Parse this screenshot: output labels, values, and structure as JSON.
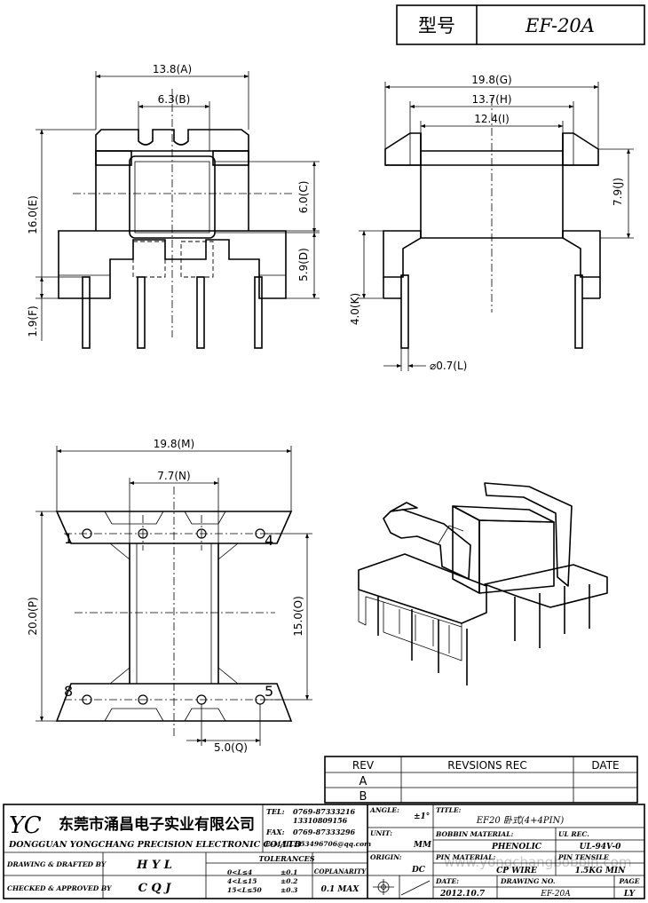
{
  "header": {
    "type_label": "型号",
    "model": "EF-20A"
  },
  "dims": {
    "A": "13.8(A)",
    "B": "6.3(B)",
    "C": "6.0(C)",
    "D": "5.9(D)",
    "E": "16.0(E)",
    "F": "1.9(F)",
    "G": "19.8(G)",
    "H": "13.7(H)",
    "I": "12.4(I)",
    "J": "7.9(J)",
    "K": "4.0(K)",
    "L": "⌀0.7(L)",
    "M": "19.8(M)",
    "N": "7.7(N)",
    "P": "20.0(P)",
    "O": "15.0(O)",
    "Q": "5.0(Q)"
  },
  "pins": {
    "p1": "1",
    "p4": "4",
    "p5": "5",
    "p8": "8"
  },
  "rev_table": {
    "rev": "REV",
    "records": "REVSIONS REC",
    "date": "DATE",
    "rows": [
      "A",
      "B"
    ]
  },
  "company": {
    "logo": "YC",
    "name_cn": "东莞市涌昌电子实业有限公司",
    "name_en": "DONGGUAN YONGCHANG PRECISION ELECTRONIC CO.,LTD",
    "tel_label": "TEL:",
    "tel": "0769-87333216",
    "mobile": "13310809156",
    "fax_label": "FAX:",
    "fax": "0769-87333296",
    "email_label": "E-MAIL:",
    "email": "353496706@qq.com"
  },
  "title_block": {
    "angle_label": "ANGLE:",
    "angle": "±1°",
    "unit_label": "UNIT:",
    "unit": "MM",
    "origin_label": "ORIGIN:",
    "origin": "DC",
    "title_label": "TITLE:",
    "title": "EF20 卧式(4+4PIN)",
    "bobbin_label": "BOBBIN MATERIAL:",
    "bobbin": "PHENOLIC",
    "ul_label": "UL REC.",
    "ul": "UL-94V-0",
    "pin_label": "PIN MATERIAL:",
    "pin_material": "CP WIRE",
    "tensile_label": "PIN TENSILE",
    "tensile": "1.5KG MIN",
    "date_label": "DATE:",
    "date": "2012.10.7",
    "drawing_label": "DRAWING NO.",
    "drawing_no": "EF-20A",
    "page_label": "PAGE",
    "page": "LY",
    "drawn_label": "DRAWING & DRAFTED BY",
    "drawn_by": "H Y L",
    "checked_label": "CHECKED & APPROVED BY",
    "checked_by": "C Q J",
    "tolerances_label": "TOLERANCES",
    "tol_ranges": [
      "0<L≤4",
      "4<L≤15",
      "15<L≤50"
    ],
    "tol_values": [
      "±0.1",
      "±0.2",
      "±0.3"
    ],
    "coplanarity_label": "COPLANARITY",
    "coplanarity": "0.1 MAX"
  },
  "watermark": "www.yongchangbobbin.com"
}
